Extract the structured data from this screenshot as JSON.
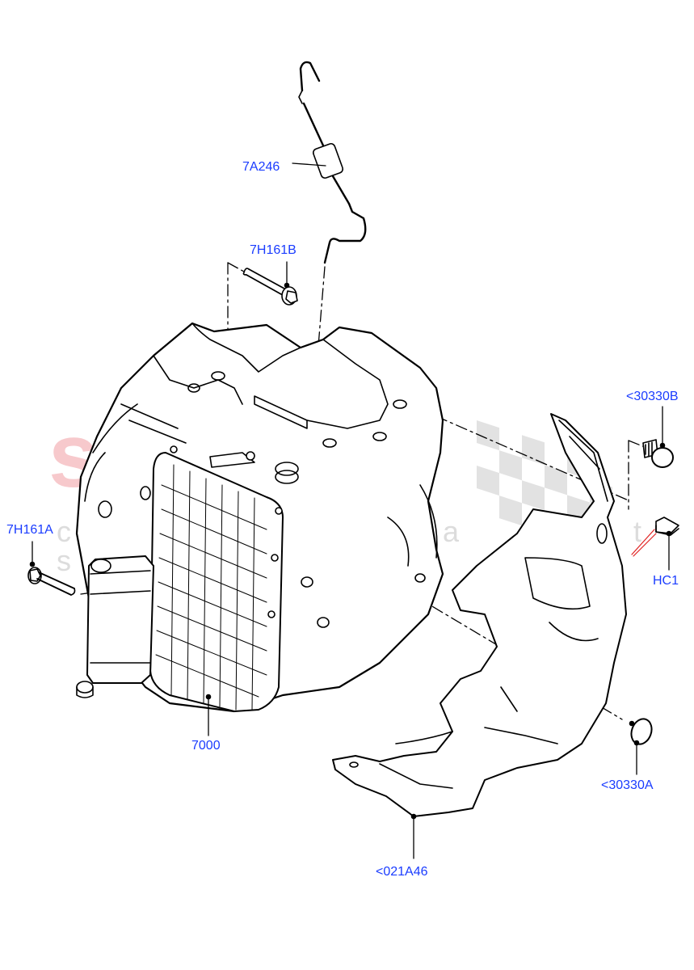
{
  "diagram": {
    "type": "exploded parts diagram",
    "subject": "Automatic transmission assembly with fluid cooler, shields and fasteners",
    "label_color": "#1a3cff",
    "line_color": "#000000",
    "leader_color_accent": "#e02020"
  },
  "watermark": {
    "brand": "scuderia",
    "tagline": "c a r p a r t s",
    "brand_color": "#f7c9cc",
    "tagline_color": "#dcdcdc",
    "flag_color": "#e2e2e2"
  },
  "callouts": [
    {
      "id": "7A246",
      "label": "7A246",
      "part": "transmission vent tube / breather hose"
    },
    {
      "id": "7H161B",
      "label": "7H161B",
      "part": "bolt (upper)"
    },
    {
      "id": "7H161A",
      "label": "7H161A",
      "part": "bolt (cooler mounting)"
    },
    {
      "id": "7000",
      "label": "7000",
      "part": "automatic transmission assembly"
    },
    {
      "id": "30330B",
      "label": "<30330B",
      "part": "push-in fastener / retainer"
    },
    {
      "id": "HC1",
      "label": "HC1",
      "part": "clip"
    },
    {
      "id": "30330A",
      "label": "<30330A",
      "part": "plug / grommet"
    },
    {
      "id": "021A46",
      "label": "<021A46",
      "part": "heat shield"
    }
  ]
}
